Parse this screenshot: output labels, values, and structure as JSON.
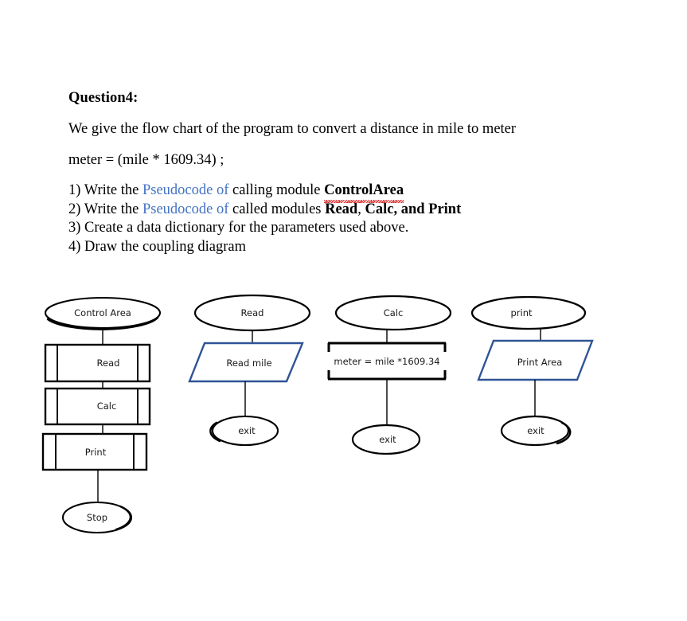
{
  "document": {
    "title": "Question4:",
    "intro_line": "We give the flow chart of the program to convert a distance in mile to meter",
    "formula_line": "meter = (mile * 1609.34) ;",
    "tasks": [
      {
        "number": "1)",
        "pre": "Write the",
        "blue": "Pseudocode of",
        "mid": "calling module",
        "bold_spellchecked": "ControlArea",
        "post": ""
      },
      {
        "number": "2)",
        "pre": "Write the",
        "blue": "Pseudocode of",
        "mid": "called modules",
        "bold_a": "Read",
        "sep": ",",
        "bold_b": "Calc, and Print",
        "post": ""
      },
      {
        "number": "3)",
        "text": "Create a data dictionary for the parameters used above."
      },
      {
        "number": "4)",
        "text": "Draw the coupling diagram"
      }
    ]
  },
  "colors": {
    "blue_text": "#4472C4",
    "parallelogram_stroke": "#2F5496",
    "shape_stroke": "#000000",
    "spellcheck_underline": "#d42a2a"
  },
  "flowcharts": [
    {
      "id": "control-area",
      "terminator_start": "Control Area",
      "steps": [
        {
          "label": "Read",
          "shape": "predefined-process"
        },
        {
          "label": "Calc",
          "shape": "predefined-process"
        },
        {
          "label": "Print",
          "shape": "predefined-process"
        }
      ],
      "terminator_end": "Stop"
    },
    {
      "id": "read",
      "terminator_start": "Read",
      "steps": [
        {
          "label": "Read mile",
          "shape": "parallelogram-input"
        }
      ],
      "terminator_end": "exit"
    },
    {
      "id": "calc",
      "terminator_start": "Calc",
      "steps": [
        {
          "label": "meter = mile *1609.34",
          "shape": "open-process"
        }
      ],
      "terminator_end": "exit"
    },
    {
      "id": "print",
      "terminator_start": "print",
      "steps": [
        {
          "label": "Print Area",
          "shape": "parallelogram-output"
        }
      ],
      "terminator_end": "exit"
    }
  ]
}
